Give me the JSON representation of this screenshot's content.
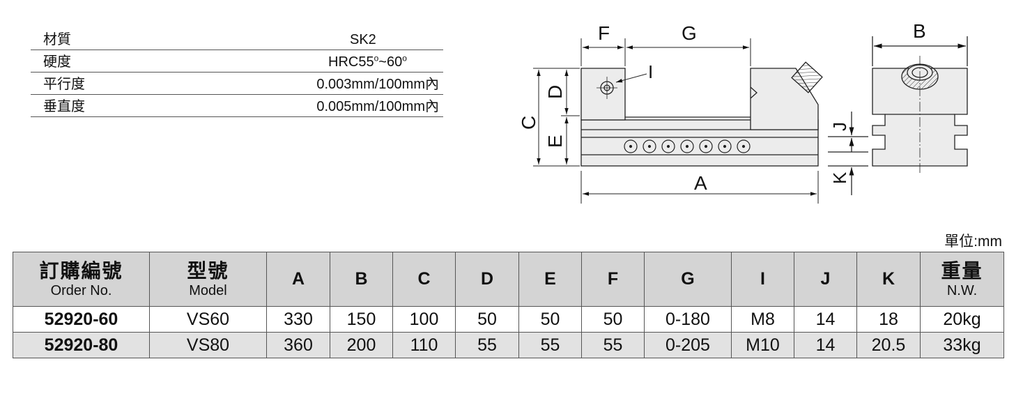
{
  "specs": [
    {
      "label": "材質",
      "value": "SK2"
    },
    {
      "label": "硬度",
      "value_prefix": "HRC55",
      "value_sup1": "o",
      "value_mid": "~60",
      "value_sup2": "o"
    },
    {
      "label": "平行度",
      "value": "0.003mm/100mm內"
    },
    {
      "label": "垂直度",
      "value": "0.005mm/100mm內"
    }
  ],
  "drawing": {
    "labels": {
      "A": "A",
      "B": "B",
      "C": "C",
      "D": "D",
      "E": "E",
      "F": "F",
      "G": "G",
      "I": "I",
      "J": "J",
      "K": "K"
    }
  },
  "unit": "單位:mm",
  "table": {
    "headers": {
      "order_zh": "訂購編號",
      "order_en": "Order No.",
      "model_zh": "型號",
      "model_en": "Model",
      "A": "A",
      "B": "B",
      "C": "C",
      "D": "D",
      "E": "E",
      "F": "F",
      "G": "G",
      "I": "I",
      "J": "J",
      "K": "K",
      "weight_zh": "重量",
      "weight_en": "N.W."
    },
    "rows": [
      {
        "order": "52920-60",
        "model": "VS60",
        "A": "330",
        "B": "150",
        "C": "100",
        "D": "50",
        "E": "50",
        "F": "50",
        "G": "0-180",
        "I": "M8",
        "J": "14",
        "K": "18",
        "weight": "20kg"
      },
      {
        "order": "52920-80",
        "model": "VS80",
        "A": "360",
        "B": "200",
        "C": "110",
        "D": "55",
        "E": "55",
        "F": "55",
        "G": "0-205",
        "I": "M10",
        "J": "14",
        "K": "20.5",
        "weight": "33kg"
      }
    ]
  }
}
